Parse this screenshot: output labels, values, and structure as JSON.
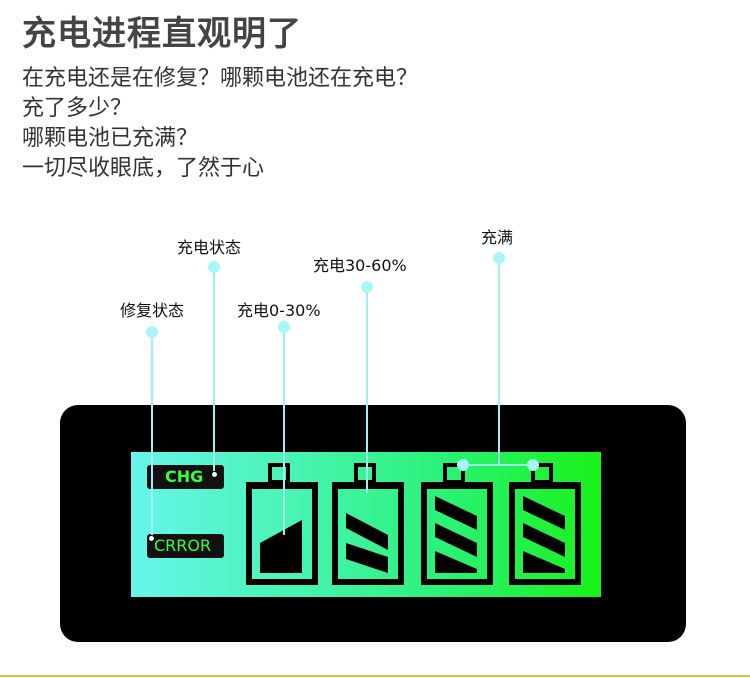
{
  "header": {
    "title": "充电进程直观明了",
    "lines": [
      "在充电还是在修复？哪颗电池还在充电？",
      "充了多少？",
      "哪颗电池已充满？",
      "一切尽收眼底，了然于心"
    ]
  },
  "callouts": {
    "charging_status": "充电状态",
    "repair_status": "修复状态",
    "charge_0_30": "充电0-30%",
    "charge_30_60": "充电30-60%",
    "full": "充满"
  },
  "display": {
    "chg_label": "CHG",
    "error_label": "CRROR",
    "batteries": [
      {
        "state": "charge_0_30",
        "fill_fraction": 0.3
      },
      {
        "state": "charge_30_60",
        "fill_fraction": 0.6
      },
      {
        "state": "full",
        "fill_fraction": 1.0
      },
      {
        "state": "full",
        "fill_fraction": 1.0
      }
    ]
  },
  "colors": {
    "callout_line": "#9ff0f0",
    "lcd_left": "#67f5ec",
    "lcd_right": "#19f219",
    "device_body": "#000000",
    "accent_line": "#e8b64c"
  }
}
